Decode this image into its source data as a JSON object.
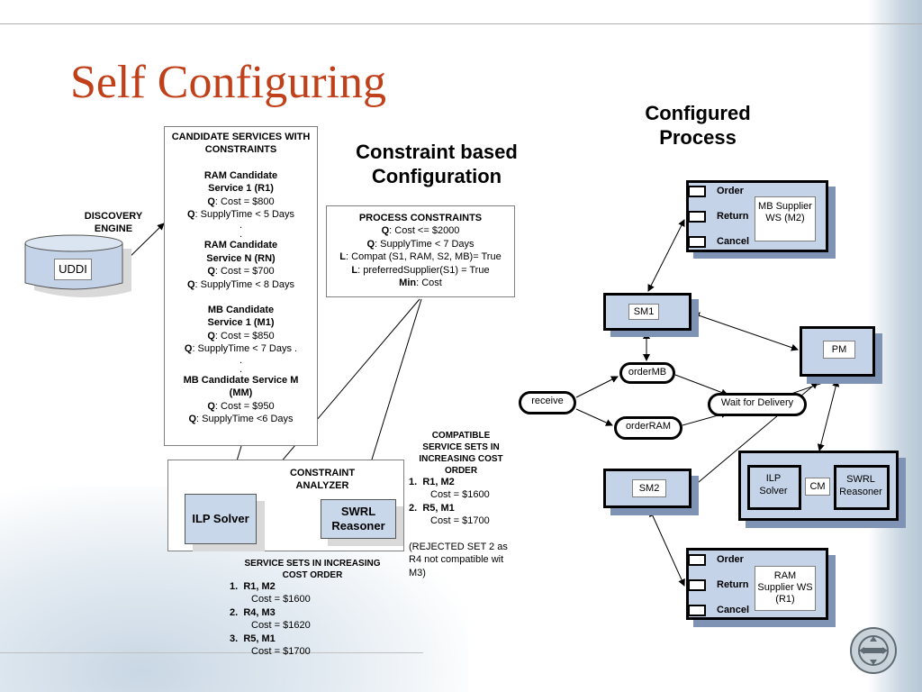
{
  "title": "Self Configuring",
  "discovery_engine": {
    "label": "DISCOVERY ENGINE",
    "uddi": "UDDI"
  },
  "candidates": {
    "heading": "CANDIDATE SERVICES WITH CONSTRAINTS",
    "ram1_title": "RAM Candidate Service 1 (R1)",
    "ram1_q1": ": Cost = $800",
    "ram1_q2": ": SupplyTime < 5 Days",
    "ramn_title": "RAM Candidate Service N (RN)",
    "ramn_q1": ": Cost = $700",
    "ramn_q2": ": SupplyTime < 8 Days",
    "mb1_title": "MB Candidate Service  1 (M1)",
    "mb1_q1": ": Cost = $850",
    "mb1_q2": ": SupplyTime < 7 Days .",
    "mbm_title": "MB Candidate Service M (MM)",
    "mbm_q1": ": Cost = $950",
    "mbm_q2": ": SupplyTime <6 Days",
    "q_letter": "Q",
    "dot": "."
  },
  "constraint_config_heading": "Constraint based Configuration",
  "process_constraints": {
    "heading": "PROCESS CONSTRAINTS",
    "l1_key": "Q",
    "l1_val": ": Cost <= $2000",
    "l2_key": "Q",
    "l2_val": ": SupplyTime < 7 Days",
    "l3_key": "L",
    "l3_val": ": Compat (S1, RAM, S2, MB)= True",
    "l4_key": "L",
    "l4_val": ": preferredSupplier(S1) = True",
    "l5_key": "Min",
    "l5_val": ": Cost"
  },
  "analyzer": {
    "label": "CONSTRAINT ANALYZER",
    "ilp": "ILP Solver",
    "swrl": "SWRL Reasoner"
  },
  "service_sets": {
    "heading": "SERVICE SETS IN INCREASING COST ORDER",
    "items": [
      {
        "num": "1.",
        "pair": "R1, M2",
        "cost": "Cost = $1600"
      },
      {
        "num": "2.",
        "pair": "R4, M3",
        "cost": "Cost = $1620"
      },
      {
        "num": "3.",
        "pair": "R5, M1",
        "cost": "Cost = $1700"
      }
    ]
  },
  "compatible_sets": {
    "heading": "COMPATIBLE SERVICE SETS IN INCREASING COST ORDER",
    "items": [
      {
        "num": "1.",
        "pair": "R1, M2",
        "cost": "Cost = $1600"
      },
      {
        "num": "2.",
        "pair": "R5, M1",
        "cost": "Cost = $1700"
      }
    ],
    "note": "(REJECTED SET 2 as R4 not compatible wit M3)"
  },
  "configured_process": {
    "heading": "Configured Process",
    "mb_supplier": {
      "order": "Order",
      "return": "Return",
      "cancel": "Cancel",
      "name": "MB Supplier WS (M2)"
    },
    "ram_supplier": {
      "order": "Order",
      "return": "Return",
      "cancel": "Cancel",
      "name": "RAM Supplier WS (R1)"
    },
    "sm1": "SM1",
    "sm2": "SM2",
    "pm": "PM",
    "order_mb": "orderMB",
    "order_ram": "orderRAM",
    "receive": "receive",
    "wait": "Wait for Delivery",
    "ilp": "ILP Solver",
    "cm": "CM",
    "swrl": "SWRL Reasoner"
  },
  "colors": {
    "title": "#c0401a",
    "node_fill": "#c5d3e8",
    "shadow": "#7f93b5",
    "analyzer_fill": "#c9d7ea"
  }
}
